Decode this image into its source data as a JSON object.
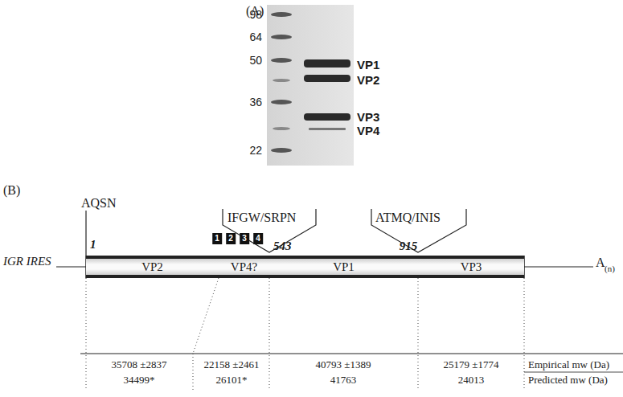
{
  "diagram": {
    "nodes": [
      {
        "text": [
          "VP2"
        ]
      },
      {
        "text": [
          "VP4?"
        ]
      },
      {
        "text": [
          "VP1"
        ]
      },
      {
        "text": [
          "VP3"
        ]
      }
    ],
    "labels": [
      "(A)",
      "98",
      "64",
      "50",
      "36",
      "22",
      "VP1",
      "VP2",
      "VP3",
      "VP4",
      "(B)",
      "AQSN",
      "IFGW/SRPN",
      "ATMQ/INIS",
      "1",
      "1",
      "2",
      "3",
      "4",
      "543",
      "915",
      "IGR IRES",
      "A",
      "(n)",
      "35708 ±2837",
      "34499*",
      "22158 ±2461",
      "26101*",
      "40793 ±1389",
      "41763",
      "25179 ±1774",
      "24013",
      "Empirical mw (Da)",
      "Predicted mw (Da)"
    ]
  }
}
